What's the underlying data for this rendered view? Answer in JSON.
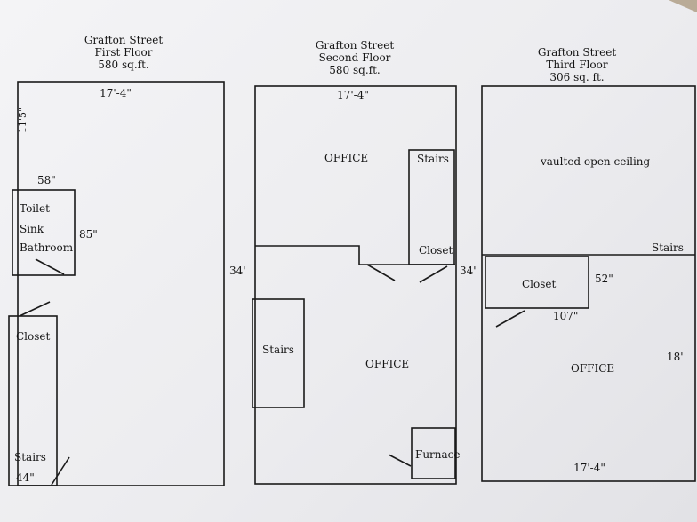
{
  "floors": [
    {
      "name": "Grafton Street",
      "level": "First Floor",
      "area": "580 sq.ft.",
      "width_label": "17'-4\"",
      "labels": {
        "side": "11'5\"",
        "bath_width": "58\"",
        "bath_height": "85\"",
        "toilet": "Toilet",
        "sink": "Sink",
        "bathroom": "Bathroom",
        "closet": "Closet",
        "stairs": "Stairs",
        "stairs_width": "44\""
      }
    },
    {
      "name": "Grafton Street",
      "level": "Second Floor",
      "area": "580 sq.ft.",
      "width_label": "17'-4\"",
      "labels": {
        "office_upper": "OFFICE",
        "stairs_upper": "Stairs",
        "closet": "Closet",
        "length": "34'",
        "stairs_lower": "Stairs",
        "office_lower": "OFFICE",
        "furnace": "Furnace"
      }
    },
    {
      "name": "Grafton Street",
      "level": "Third Floor",
      "area": "306 sq. ft.",
      "width_label": "17'-4\"",
      "labels": {
        "ceiling": "vaulted open ceiling",
        "stairs": "Stairs",
        "closet": "Closet",
        "closet_depth": "52\"",
        "closet_width": "107\"",
        "office": "OFFICE",
        "length": "18'"
      }
    }
  ],
  "first_floor_length": "34'"
}
